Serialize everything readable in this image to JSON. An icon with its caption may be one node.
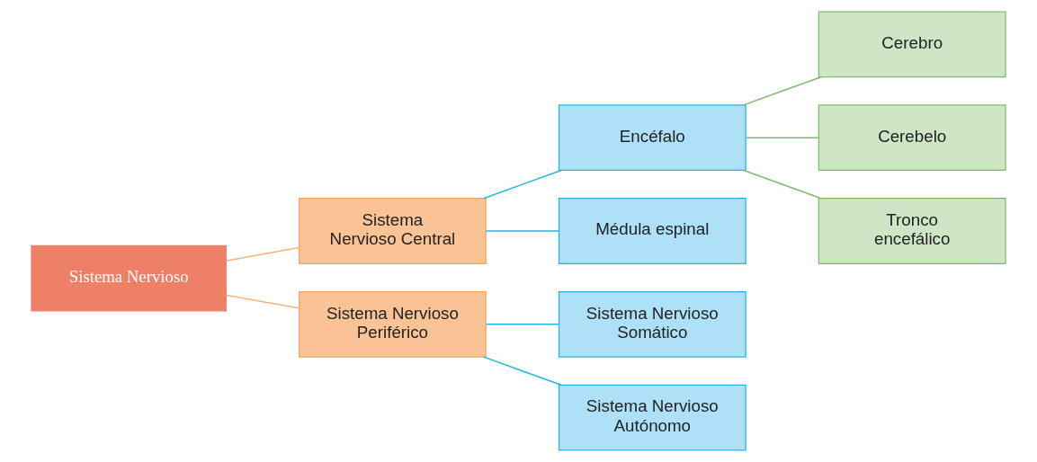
{
  "diagram": {
    "nodes": [
      {
        "text": [
          "Sistema Nervioso"
        ]
      },
      {
        "text": [
          "Sistema Nervioso Central"
        ]
      },
      {
        "text": [
          "Sistema Nervioso Periférico"
        ]
      },
      {
        "text": [
          "Encéfalo"
        ]
      },
      {
        "text": [
          "Médula espinal"
        ]
      },
      {
        "text": [
          "Sistema Nervioso Somático"
        ]
      },
      {
        "text": [
          "Sistema Nervioso Autónomo"
        ]
      },
      {
        "text": [
          "Cerebro"
        ]
      },
      {
        "text": [
          "Cerebelo"
        ]
      },
      {
        "text": [
          "Tronco encefálico"
        ]
      }
    ],
    "edges": [
      {
        "from": 0,
        "to": 1,
        "arrow": "none",
        "color": "#f5b27c"
      },
      {
        "from": 0,
        "to": 2,
        "arrow": "none",
        "color": "#f5b27c"
      },
      {
        "from": 1,
        "to": 3,
        "arrow": "none"
      },
      {
        "from": 1,
        "to": 4,
        "arrow": "none"
      },
      {
        "from": 2,
        "to": 5,
        "arrow": "none"
      },
      {
        "from": 2,
        "to": 6,
        "arrow": "none"
      },
      {
        "from": 3,
        "to": 7,
        "arrow": "none",
        "color": "#7dbb6e"
      },
      {
        "from": 3,
        "to": 8,
        "arrow": "none",
        "color": "#7dbb6e"
      },
      {
        "from": 3,
        "to": 9,
        "arrow": "none",
        "color": "#7dbb6e"
      }
    ]
  }
}
